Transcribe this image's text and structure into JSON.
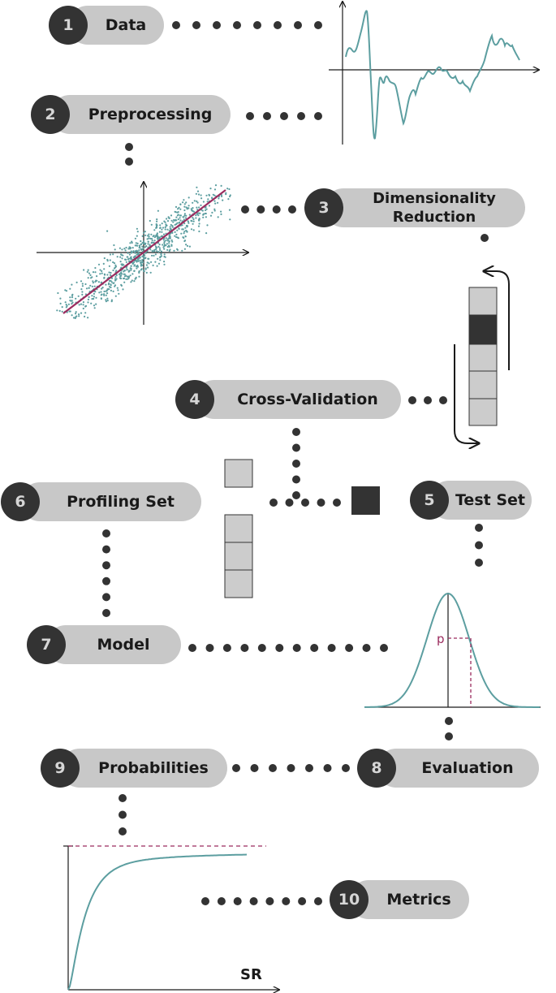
{
  "colors": {
    "pill": "#c8c8c8",
    "badge": "#333333",
    "dots": "#333333",
    "curve": "#5c9ea0",
    "accent": "#9b2b5e",
    "fold": "#cccccc",
    "fold_active": "#333333"
  },
  "steps": [
    {
      "num": "1",
      "label": "Data"
    },
    {
      "num": "2",
      "label": "Preprocessing"
    },
    {
      "num": "3",
      "label": "Dimensionality Reduction"
    },
    {
      "num": "4",
      "label": "Cross-Validation"
    },
    {
      "num": "5",
      "label": "Test Set"
    },
    {
      "num": "6",
      "label": "Profiling Set"
    },
    {
      "num": "7",
      "label": "Model"
    },
    {
      "num": "8",
      "label": "Evaluation"
    },
    {
      "num": "9",
      "label": "Probabilities"
    },
    {
      "num": "10",
      "label": "Metrics"
    }
  ],
  "gaussian": {
    "p_label": "p"
  },
  "metrics_plot": {
    "xlabel": "SR"
  }
}
